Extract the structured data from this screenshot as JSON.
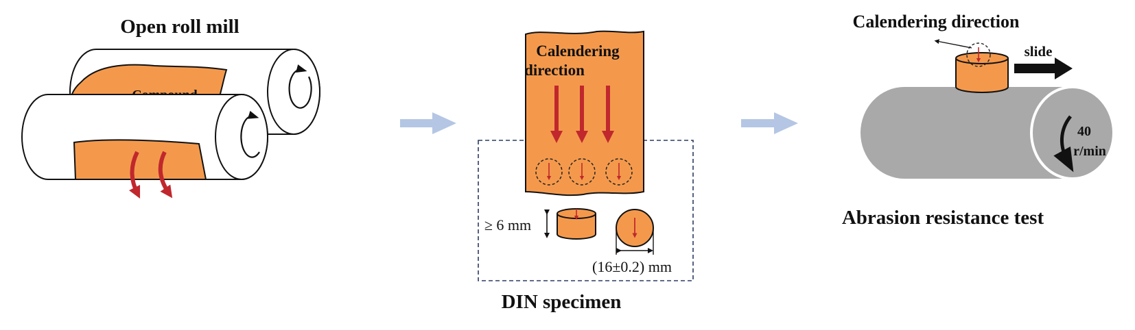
{
  "panels": {
    "roll_mill": {
      "title": "Open roll mill",
      "compound_label": "Compound"
    },
    "din_specimen": {
      "title": "DIN specimen",
      "direction_line1": "Calendering",
      "direction_line2": "direction",
      "thickness_label": "≥ 6 mm",
      "diameter_label": "(16±0.2) mm"
    },
    "abrasion_test": {
      "title": "Abrasion resistance test",
      "direction_label": "Calendering direction",
      "slide_label": "slide",
      "speed_value": "40",
      "speed_unit": "r/min"
    }
  },
  "colors": {
    "compound": "#F4994C",
    "arrow_red": "#C0282D",
    "flow_arrow": "#B4C6E4",
    "drum": "#A9A9A9",
    "outline": "#111111"
  }
}
